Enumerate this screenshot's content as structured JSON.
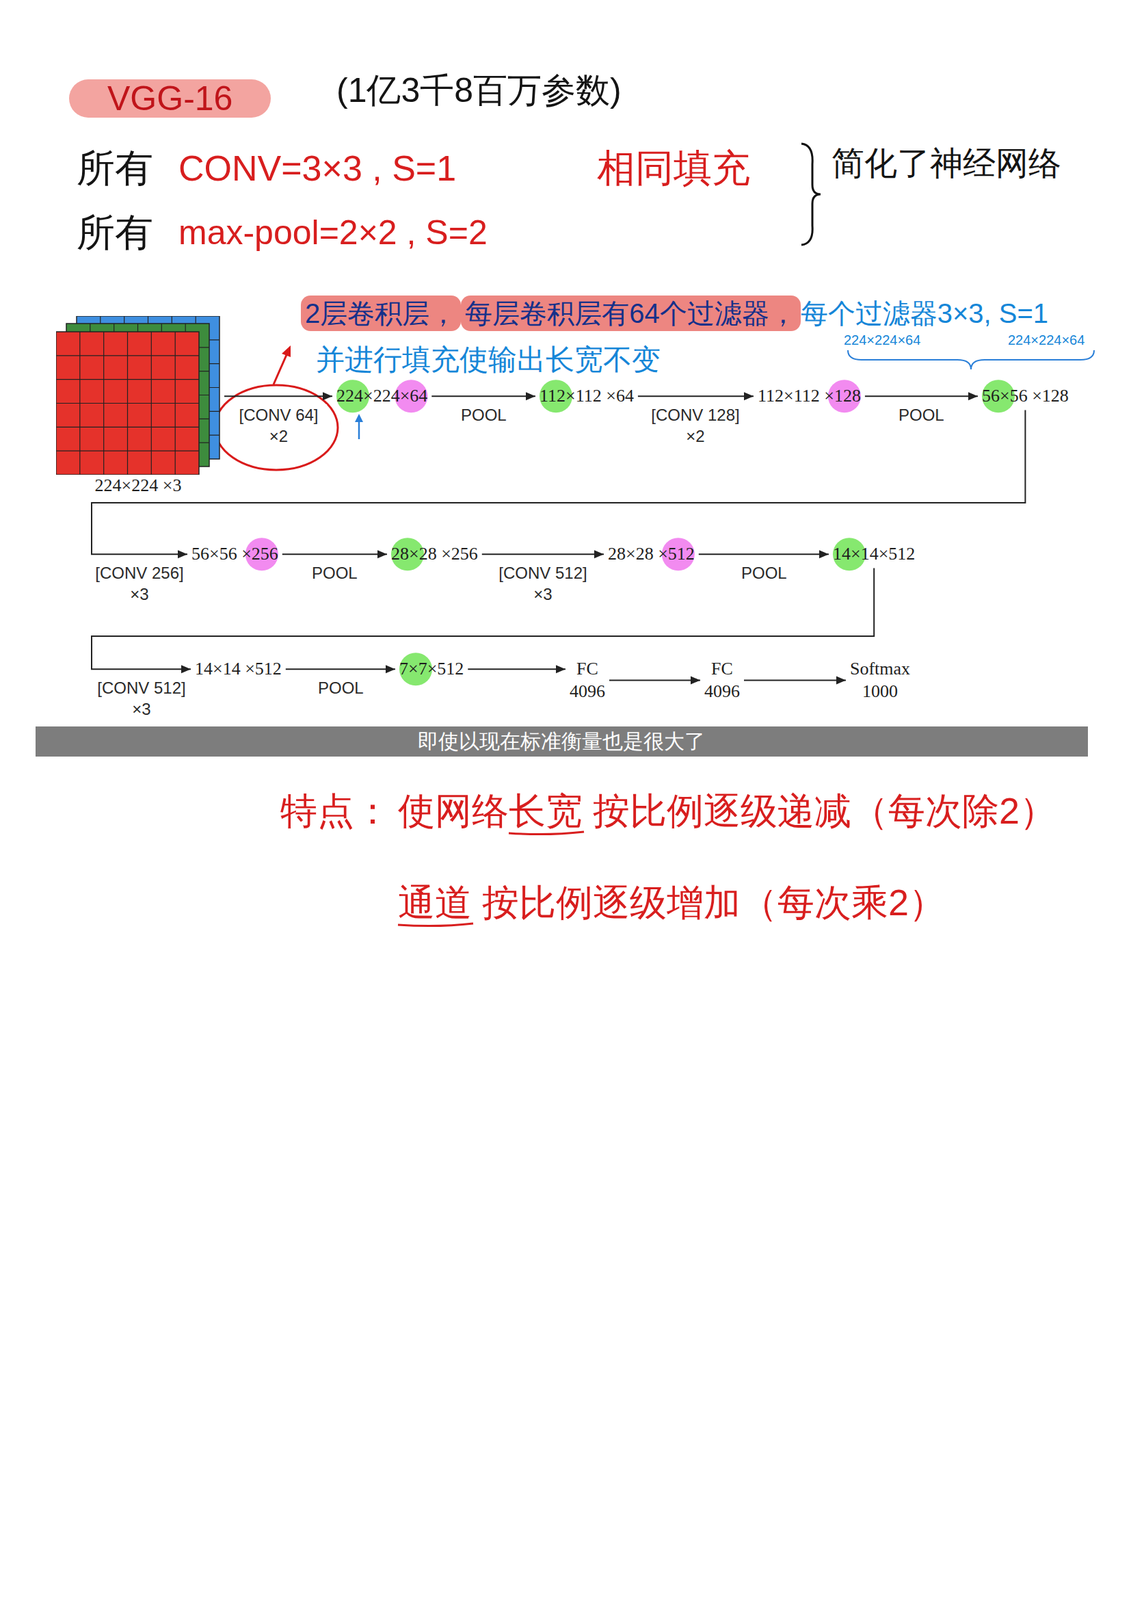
{
  "diagram": {
    "title": "VGG-16",
    "nodes": [
      {
        "text": [
          "224×224 ×3"
        ]
      },
      {
        "text": [
          "224×224×64"
        ]
      },
      {
        "text": [
          "112×112 ×64"
        ]
      },
      {
        "text": [
          "112×112 ×128"
        ]
      },
      {
        "text": [
          "56×56 ×128"
        ]
      },
      {
        "text": [
          "56×56 ×256"
        ]
      },
      {
        "text": [
          "28×28 ×256"
        ]
      },
      {
        "text": [
          "28×28 ×512"
        ]
      },
      {
        "text": [
          "14×14×512"
        ]
      },
      {
        "text": [
          "14×14 ×512"
        ]
      },
      {
        "text": [
          "7×7×512"
        ]
      },
      {
        "text": [
          "FC",
          "4096"
        ]
      },
      {
        "text": [
          "FC",
          "4096"
        ]
      },
      {
        "text": [
          "Softmax",
          "1000"
        ]
      }
    ],
    "edges": [
      {
        "from": 0,
        "to": 1,
        "arrow": "to",
        "label": "[CONV 64] ×2"
      },
      {
        "from": 1,
        "to": 2,
        "arrow": "to",
        "label": "POOL"
      },
      {
        "from": 2,
        "to": 3,
        "arrow": "to",
        "label": "[CONV 128] ×2"
      },
      {
        "from": 3,
        "to": 4,
        "arrow": "to",
        "label": "POOL"
      },
      {
        "from": 4,
        "to": 5,
        "arrow": "to",
        "label": "[CONV 256] ×3"
      },
      {
        "from": 5,
        "to": 6,
        "arrow": "to",
        "label": "POOL"
      },
      {
        "from": 6,
        "to": 7,
        "arrow": "to",
        "label": "[CONV 512] ×3"
      },
      {
        "from": 7,
        "to": 8,
        "arrow": "to",
        "label": "POOL"
      },
      {
        "from": 8,
        "to": 9,
        "arrow": "to",
        "label": "[CONV 512] ×3"
      },
      {
        "from": 9,
        "to": 10,
        "arrow": "to",
        "label": "POOL"
      },
      {
        "from": 10,
        "to": 11,
        "arrow": "to"
      },
      {
        "from": 11,
        "to": 12,
        "arrow": "to"
      },
      {
        "from": 12,
        "to": 13,
        "arrow": "to"
      }
    ],
    "labels": [
      "(1亿3千8百万参数)",
      "所有",
      "CONV=3×3 , S=1",
      "相同填充",
      "所有",
      "max-pool=2×2 , S=2",
      "简化了神经网络",
      "2层卷积层，",
      "每层卷积层有64个过滤器，",
      "每个过滤器3×3, S=1",
      "224×224×64",
      "224×224×64",
      "并进行填充使输出长宽不变",
      "即使以现在标准衡量也是很大了",
      "特点：",
      "使网络长宽 按比例逐级递减（每次除2）",
      "通道 按比例逐级增加（每次乘2）"
    ]
  }
}
